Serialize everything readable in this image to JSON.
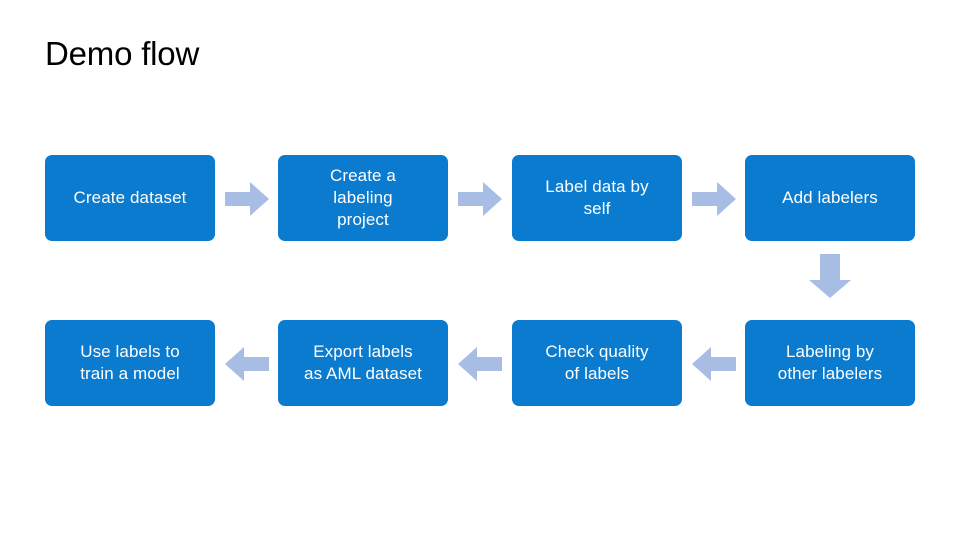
{
  "slide": {
    "title": "Demo flow",
    "background_color": "#FFFFFF",
    "box_color": "#0A7BCE",
    "box_text_color": "#FFFFFF",
    "arrow_color": "#A8BDE3",
    "title_color": "#000000"
  },
  "flow": {
    "row1": [
      {
        "id": "create-dataset",
        "label": "Create dataset"
      },
      {
        "id": "create-labeling-project",
        "label": "Create a\nlabeling\nproject"
      },
      {
        "id": "label-data-by-self",
        "label": "Label data by\nself"
      },
      {
        "id": "add-labelers",
        "label": "Add labelers"
      }
    ],
    "row2": [
      {
        "id": "use-labels-to-train-a-model",
        "label": "Use labels to\ntrain a model"
      },
      {
        "id": "export-labels-as-aml-dataset",
        "label": "Export labels\nas AML dataset"
      },
      {
        "id": "check-quality-of-labels",
        "label": "Check quality\nof labels"
      },
      {
        "id": "labeling-by-other-labelers",
        "label": "Labeling by\nother labelers"
      }
    ],
    "connectors": [
      {
        "id": "arrow-r1-1",
        "direction": "right",
        "from": "create-dataset",
        "to": "create-labeling-project"
      },
      {
        "id": "arrow-r1-2",
        "direction": "right",
        "from": "create-labeling-project",
        "to": "label-data-by-self"
      },
      {
        "id": "arrow-r1-3",
        "direction": "right",
        "from": "label-data-by-self",
        "to": "add-labelers"
      },
      {
        "id": "arrow-down-1",
        "direction": "down",
        "from": "add-labelers",
        "to": "labeling-by-other-labelers"
      },
      {
        "id": "arrow-r2-3",
        "direction": "left",
        "from": "labeling-by-other-labelers",
        "to": "check-quality-of-labels"
      },
      {
        "id": "arrow-r2-2",
        "direction": "left",
        "from": "check-quality-of-labels",
        "to": "export-labels-as-aml-dataset"
      },
      {
        "id": "arrow-r2-1",
        "direction": "left",
        "from": "export-labels-as-aml-dataset",
        "to": "use-labels-to-train-a-model"
      }
    ]
  }
}
